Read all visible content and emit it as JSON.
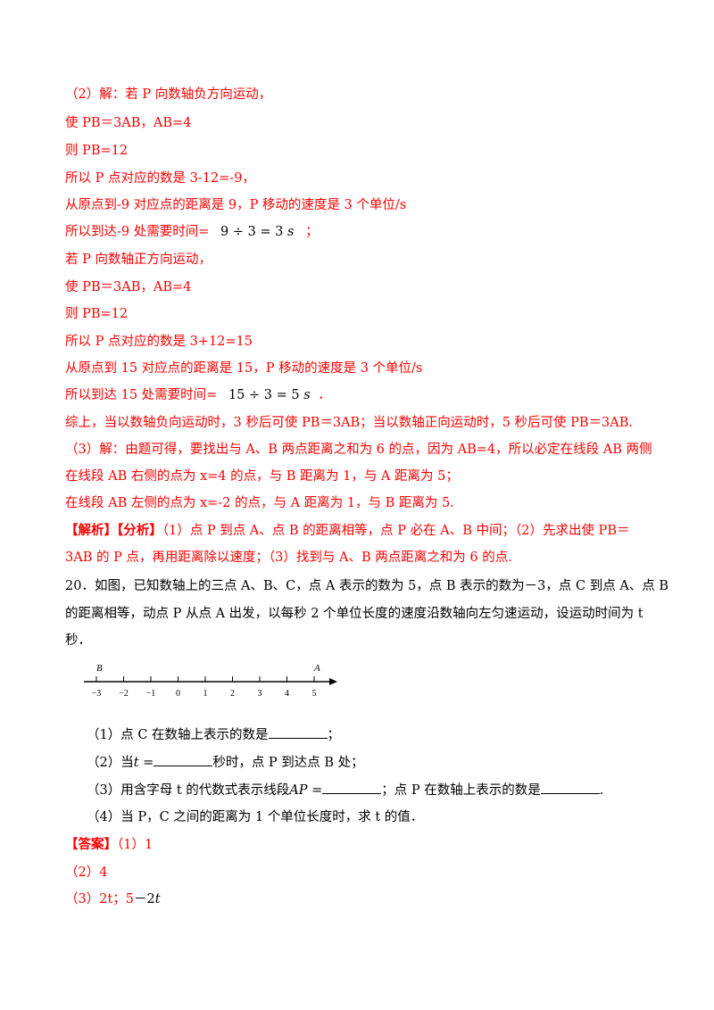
{
  "solution": {
    "p2_head": "（2）解：若 P 向数轴负方向运动，",
    "p2_l1": "使 PB＝3AB，AB=4",
    "p2_l2": "则 PB=12",
    "p2_l3": "所以 P 点对应的数是 3-12=-9，",
    "p2_l4": "从原点到-9 对应点的距离是 9，P 移动的速度是 3 个单位/s",
    "p2_l5_text": "所以到达-9 处需要时间=",
    "p2_l5_math": "9 ÷ 3 = 3",
    "p2_l5_var": "s",
    "p2_l5_end": "；",
    "p2_l6": "若 P 向数轴正方向运动，",
    "p2_l7": "使 PB＝3AB，AB=4",
    "p2_l8": "则 PB=12",
    "p2_l9": "所以 P 点对应的数是 3+12=15",
    "p2_l10": "从原点到 15 对应点的距离是 15，P 移动的速度是 3 个单位/s",
    "p2_l11_text": "所以到达 15 处需要时间=",
    "p2_l11_math": "15 ÷ 3 = 5",
    "p2_l11_var": "s",
    "p2_l11_end": "．",
    "p2_sum": "综上，当以数轴负向运动时，3 秒后可使 PB＝3AB；当以数轴正向运动时，5 秒后可使 PB＝3AB.",
    "p3_l1": "（3）解：由题可得，要找出与 A、B 两点距离之和为 6 的点，因为 AB=4，所以必定在线段 AB 两侧",
    "p3_l2": "在线段 AB 右侧的点为 x=4 的点，与 B 距离为 1，与 A 距离为 5；",
    "p3_l3": "在线段 AB 左侧的点为 x=-2 的点，与 A 距离为 1，与 B 距离为 5.",
    "analysis_tag1": "【解析】",
    "analysis_tag2": "【分析】",
    "analysis_l1": "（1）点 P 到点 A、点 B 的距离相等，点 P 必在 A、B 中间；（2）先求出使 PB＝",
    "analysis_l2": "3AB 的 P 点，再用距离除以速度；（3）找到与 A、B 两点距离之和为 6 的点."
  },
  "problem": {
    "l1": "20．如图，已知数轴上的三点 A、B、C，点 A 表示的数为 5，点 B 表示的数为－3，点 C 到点 A、点 B",
    "l2": "的距离相等，动点 P 从点 A 出发，以每秒 2 个单位长度的速度沿数轴向左匀速运动，设运动时间为 t",
    "l3": "秒．",
    "numberline": {
      "label_b": "B",
      "label_a": "A",
      "ticks": [
        "−3",
        "−2",
        "−1",
        "0",
        "1",
        "2",
        "3",
        "4",
        "5"
      ]
    },
    "q1_text": "（1）点 C 在数轴上表示的数是",
    "q1_end": "；",
    "q2_pre": "（2）当",
    "q2_var": "t",
    "q2_eq": " =",
    "q2_post": "秒时，点 P 到达点 B 处；",
    "q3_pre": "（3）用含字母 t 的代数式表示线段",
    "q3_var": "AP",
    "q3_eq": " =",
    "q3_mid": "；点 P 在数轴上表示的数是",
    "q3_end": ".",
    "q4": "（4）当 P，C 之间的距离为 1 个单位长度时，求 t 的值．"
  },
  "answer": {
    "tag": "【答案】",
    "a1": "（1）1",
    "a2": "（2）4",
    "a3_pre": "（3）2t；5",
    "a3_minus": "－2",
    "a3_var": "t"
  },
  "colors": {
    "answer_red": "#ff0000",
    "text_black": "#000000"
  }
}
